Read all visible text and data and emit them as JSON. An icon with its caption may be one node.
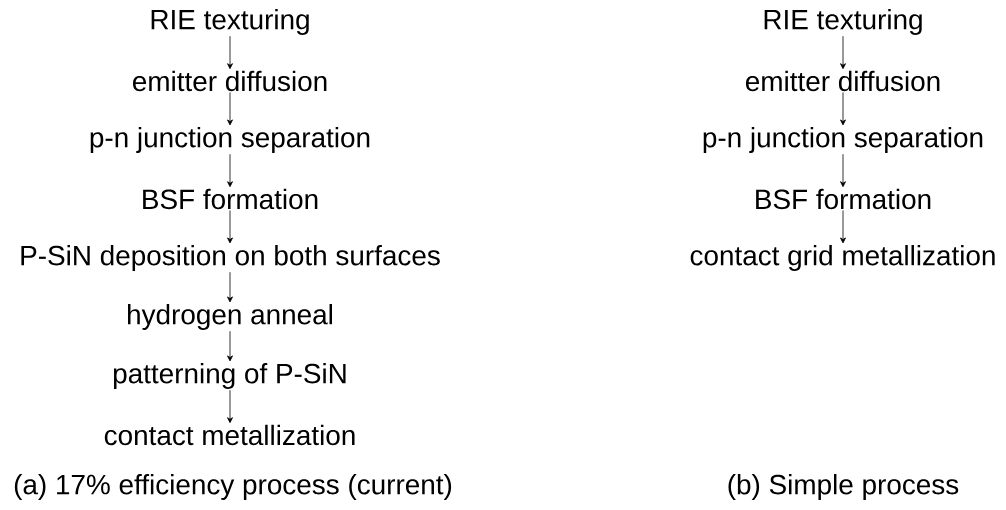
{
  "diagram": {
    "nodes": [
      {
        "text": [
          "RIE texturing"
        ]
      },
      {
        "text": [
          "emitter diffusion"
        ]
      },
      {
        "text": [
          "p-n junction separation"
        ]
      },
      {
        "text": [
          "BSF formation"
        ]
      },
      {
        "text": [
          "P-SiN deposition on both surfaces"
        ]
      },
      {
        "text": [
          "hydrogen anneal"
        ]
      },
      {
        "text": [
          "patterning of P-SiN"
        ]
      },
      {
        "text": [
          "contact metallization"
        ]
      },
      {
        "text": [
          "RIE texturing"
        ]
      },
      {
        "text": [
          "emitter diffusion"
        ]
      },
      {
        "text": [
          "p-n junction separation"
        ]
      },
      {
        "text": [
          "BSF formation"
        ]
      },
      {
        "text": [
          "contact grid metallization"
        ]
      }
    ],
    "edges": [
      {
        "from": 0,
        "to": 1,
        "arrow": "to"
      },
      {
        "from": 1,
        "to": 2,
        "arrow": "to"
      },
      {
        "from": 2,
        "to": 3,
        "arrow": "to"
      },
      {
        "from": 3,
        "to": 4,
        "arrow": "to"
      },
      {
        "from": 4,
        "to": 5,
        "arrow": "to"
      },
      {
        "from": 5,
        "to": 6,
        "arrow": "to"
      },
      {
        "from": 6,
        "to": 7,
        "arrow": "to"
      },
      {
        "from": 8,
        "to": 9,
        "arrow": "to"
      },
      {
        "from": 9,
        "to": 10,
        "arrow": "to"
      },
      {
        "from": 10,
        "to": 11,
        "arrow": "to"
      },
      {
        "from": 11,
        "to": 12,
        "arrow": "to"
      }
    ],
    "labels": [
      "(a) 17% efficiency process (current)",
      "(b) Simple process"
    ]
  }
}
